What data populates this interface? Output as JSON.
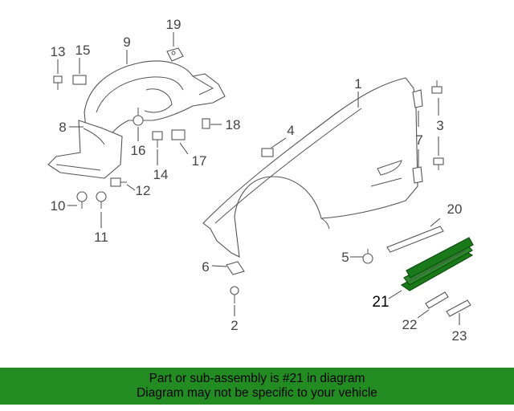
{
  "callouts": [
    {
      "id": "13",
      "text": "13"
    },
    {
      "id": "15",
      "text": "15"
    },
    {
      "id": "9",
      "text": "9"
    },
    {
      "id": "19",
      "text": "19"
    },
    {
      "id": "8",
      "text": "8"
    },
    {
      "id": "16",
      "text": "16"
    },
    {
      "id": "18",
      "text": "18"
    },
    {
      "id": "14",
      "text": "14"
    },
    {
      "id": "17",
      "text": "17"
    },
    {
      "id": "12",
      "text": "12"
    },
    {
      "id": "10",
      "text": "10"
    },
    {
      "id": "11",
      "text": "11"
    },
    {
      "id": "1",
      "text": "1"
    },
    {
      "id": "4",
      "text": "4"
    },
    {
      "id": "3",
      "text": "3"
    },
    {
      "id": "7",
      "text": "7"
    },
    {
      "id": "20",
      "text": "20"
    },
    {
      "id": "5",
      "text": "5"
    },
    {
      "id": "6",
      "text": "6"
    },
    {
      "id": "2",
      "text": "2"
    },
    {
      "id": "21",
      "text": "21"
    },
    {
      "id": "22",
      "text": "22"
    },
    {
      "id": "23",
      "text": "23"
    }
  ],
  "highlight": {
    "part": "21",
    "color": "#1a7a1a"
  },
  "footer": {
    "line1": "Part or sub-assembly is #21 in diagram",
    "line2": "Diagram may not be specific to your vehicle",
    "color": "#228B22"
  }
}
